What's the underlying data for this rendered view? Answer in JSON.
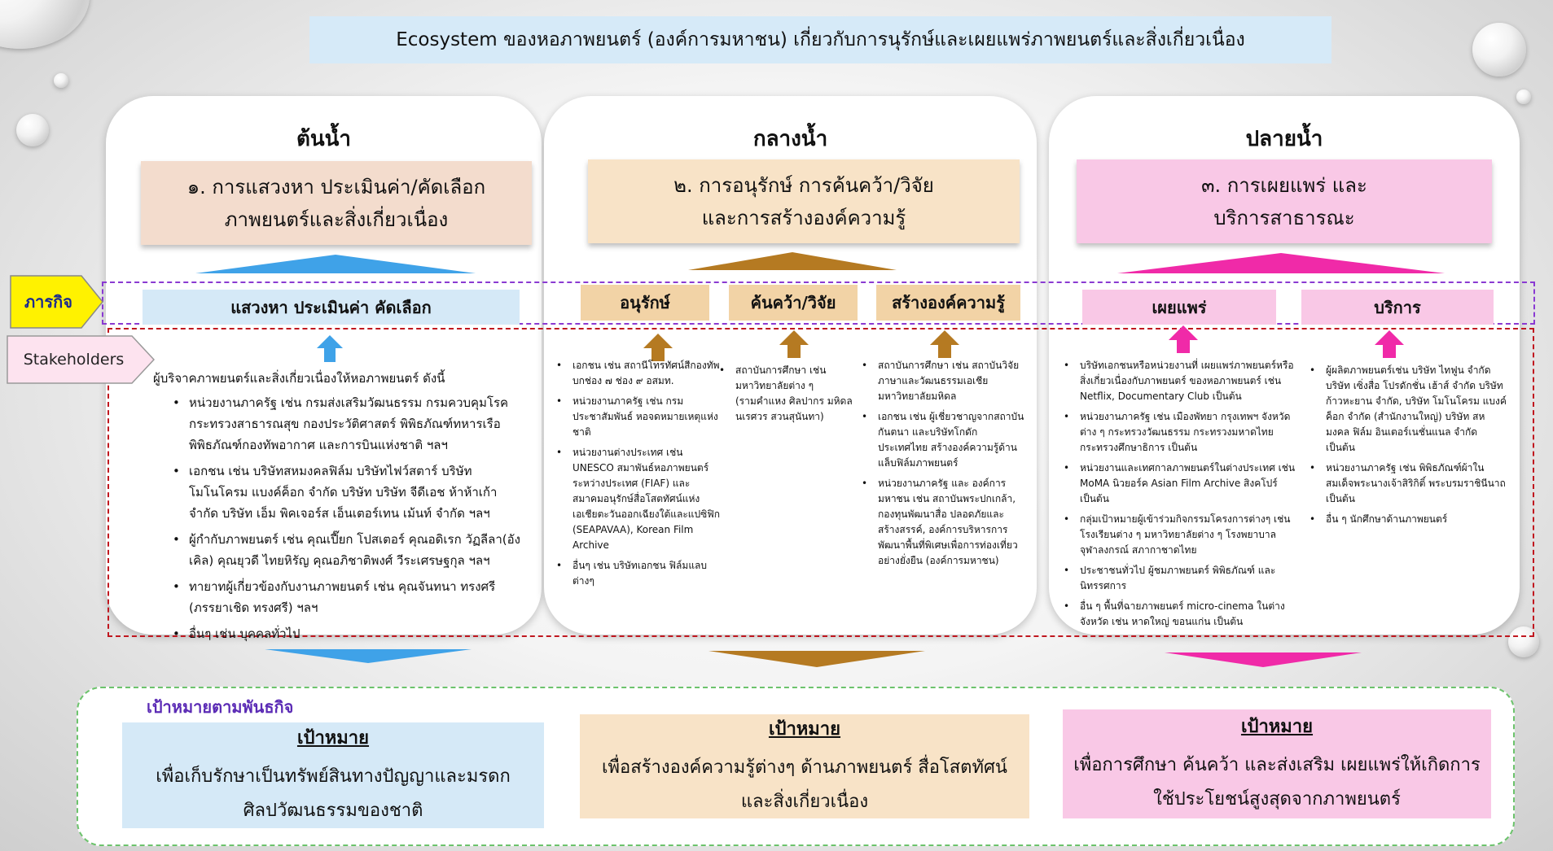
{
  "title": "Ecosystem ของหอภาพยนตร์ (องค์การมหาชน) เกี่ยวกับการนุรักษ์และเผยแพร่ภาพยนตร์และสิ่งเกี่ยวเนื่อง",
  "labels": {
    "mission": "ภารกิจ",
    "stakeholders": "Stakeholders"
  },
  "colors": {
    "blue": "#d5e9f7",
    "arrow_blue": "#3fa2e8",
    "peach": "#f3dccd",
    "tan": "#f8e3c7",
    "brown": "#b57a22",
    "pink": "#f9c8e6",
    "magenta": "#f02aa8",
    "purple_dash": "#8a3ad2",
    "red_dash": "#c0171f",
    "yellow": "#fff200",
    "goal_border": "#6cc36c"
  },
  "columns": [
    {
      "stage": "ต้นน้ำ",
      "header": [
        "๑. การแสวงหา ประเมินค่า/คัดเลือก",
        "ภาพยนตร์และสิ่งเกี่ยวเนื่อง"
      ],
      "subs": [
        "แสวงหา ประเมินค่า คัดเลือก"
      ],
      "intro": "ผู้บริจาคภาพยนตร์และสิ่งเกี่ยวเนื่องให้หอภาพยนตร์ ดังนี้",
      "items": [
        "หน่วยงานภาครัฐ เช่น กรมส่งเสริมวัฒนธรรม กรมควบคุมโรค กระทรวงสาธารณสุข กองประวัติศาสตร์ พิพิธภัณฑ์ทหารเรือพิพิธภัณฑ์กองทัพอากาศ และการบินแห่งชาติ ฯลฯ",
        "เอกชน เช่น บริษัทสหมงคลฟิล์ม บริษัทไฟว์สตาร์ บริษัท โมโนโครม แบงค์ค็อก จำกัด บริษัท บริษัท จีดีเอช ห้าห้าเก้า จำกัด บริษัท เอ็ม พิคเจอร์ส เอ็นเตอร์เทน เม้นท์ จำกัด ฯลฯ",
        "ผู้กำกับภาพยนตร์ เช่น คุณเปี๊ยก โปสเตอร์ คุณอดิเรก วัฏลีลา(อังเคิล) คุณยุวดี ไทยหิรัญ คุณอภิชาติพงศ์ วีระเศรษฐกุล ฯลฯ",
        "ทายาทผู้เกี่ยวข้องกับงานภาพยนตร์ เช่น คุณจันทนา ทรงศรี (ภรรยาเชิด ทรงศรี) ฯลฯ",
        "อื่นๆ เช่น บุคคลทั่วไป"
      ],
      "goal_title": "เป้าหมาย",
      "goal": [
        "เพื่อเก็บรักษาเป็นทรัพย์สินทางปัญญาและมรดก",
        "ศิลปวัฒนธรรมของชาติ"
      ]
    },
    {
      "stage": "กลางน้ำ",
      "header": [
        "๒. การอนุรักษ์ การค้นคว้า/วิจัย",
        "และการสร้างองค์ความรู้"
      ],
      "subs": [
        "อนุรักษ์",
        "ค้นคว้า/วิจัย",
        "สร้างองค์ความรู้"
      ],
      "lists": [
        [
          "เอกชน เช่น สถานีโทรทัศน์สีกองทัพบกช่อง ๗ ช่อง ๙ อสมท.",
          "หน่วยงานภาครัฐ เช่น กรมประชาสัมพันธ์ หอจดหมายเหตุแห่งชาติ",
          "หน่วยงานต่างประเทศ เช่น UNESCO สมาพันธ์หอภาพยนตร์ระหว่างประเทศ (FIAF) และสมาคมอนุรักษ์สื่อโสตทัศน์แห่งเอเชียตะวันออกเฉียงใต้และแปซิฟิก (SEAPAVAA), Korean Film Archive",
          "อื่นๆ เช่น บริษัทเอกชน ฟิล์มแลบต่างๆ"
        ],
        [
          "สถาบันการศึกษา เช่น มหาวิทยาลัยต่าง ๆ (รามคำแหง ศิลปากร มหิดล นเรศวร สวนสุนันทา)"
        ],
        [
          "สถาบันการศึกษา เช่น สถาบันวิจัยภาษาและวัฒนธรรมเอเชีย มหาวิทยาลัยมหิดล",
          "เอกชน เช่น ผู้เชี่ยวชาญจากสถาบันกันตนา และบริษัทโกดักประเทศไทย สร้างองค์ความรู้ด้านแล็บฟิล์มภาพยนตร์",
          "หน่วยงานภาครัฐ และ องค์การมหาชน เช่น สถาบันพระปกเกล้า, กองทุนพัฒนาสื่อ ปลอดภัยและสร้างสรรค์, องค์การบริหารการพัฒนาพื้นที่พิเศษเพื่อการท่องเที่ยวอย่างยั่งยืน (องค์การมหาชน)"
        ]
      ],
      "goal_title": "เป้าหมาย",
      "goal": [
        "เพื่อสร้างองค์ความรู้ต่างๆ ด้านภาพยนตร์ สื่อโสตทัศน์",
        "และสิ่งเกี่ยวเนื่อง"
      ]
    },
    {
      "stage": "ปลายน้ำ",
      "header": [
        "๓. การเผยแพร่ และ",
        "บริการสาธารณะ"
      ],
      "subs": [
        "เผยแพร่",
        "บริการ"
      ],
      "lists": [
        [
          "บริษัทเอกชนหรือหน่วยงานที่ เผยแพร่ภาพยนตร์หรือสิ่งเกี่ยวเนื่องกับภาพยนตร์ ของหอภาพยนตร์ เช่น Netflix, Documentary Club เป็นต้น",
          "หน่วยงานภาครัฐ เช่น เมืองพัทยา กรุงเทพฯ จังหวัดต่าง ๆ กระทรวงวัฒนธรรม กระทรวงมหาดไทย กระทรวงศึกษาธิการ เป็นต้น",
          "หน่วยงานและเทศกาลภาพยนตร์ในต่างประเทศ เช่น MoMA นิวยอร์ค Asian Film Archive สิงคโปร์ เป็นต้น",
          "กลุ่มเป้าหมายผู้เข้าร่วมกิจกรรมโครงการต่างๆ เช่น โรงเรียนต่าง ๆ มหาวิทยาลัยต่าง ๆ โรงพยาบาล จุฬาลงกรณ์ สภากาชาดไทย",
          "ประชาชนทั่วไป ผู้ชมภาพยนตร์ พิพิธภัณฑ์ และนิทรรศการ",
          "อื่น ๆ พื้นที่ฉายภาพยนตร์ micro-cinema ในต่างจังหวัด เช่น หาดใหญ่ ขอนแก่น เป็นต้น"
        ],
        [
          "ผู้ผลิตภาพยนตร์เช่น บริษัท ไทฟูน จำกัด บริษัท เซิ่งสื่อ โปรดักชั่น เฮ้าส์ จำกัด บริษัท ก้าวหะยาน จำกัด, บริษัท โมโนโครม แบงค์ค็อก จำกัด (สำนักงานใหญ่) บริษัท สหมงคล ฟิล์ม อินเตอร์เนชั่นแนล จำกัด เป็นต้น",
          "หน่วยงานภาครัฐ เช่น พิพิธภัณฑ์ผ้าในสมเด็จพระนางเจ้าสิริกิติ์ พระบรมราชินีนาถ เป็นต้น",
          "อื่น ๆ นักศึกษาด้านภาพยนตร์"
        ]
      ],
      "goal_title": "เป้าหมาย",
      "goal": [
        "เพื่อการศึกษา ค้นคว้า และส่งเสริม เผยแพร่ให้เกิดการ",
        "ใช้ประโยชน์สูงสุดจากภาพยนตร์"
      ]
    }
  ],
  "goals_heading": "เป้าหมายตามพันธกิจ"
}
